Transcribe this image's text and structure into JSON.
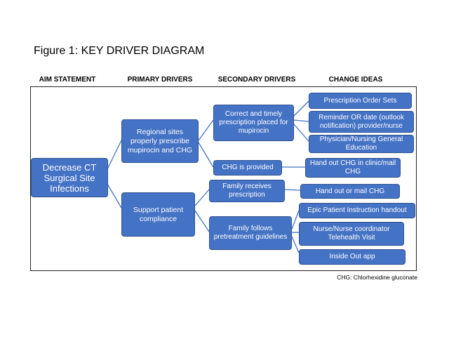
{
  "figure_title": "Figure 1: KEY DRIVER DIAGRAM",
  "columns": {
    "aim": "AIM STATEMENT",
    "primary": "PRIMARY DRIVERS",
    "secondary": "SECONDARY DRIVERS",
    "change": "CHANGE IDEAS"
  },
  "aim_statement": "Decrease CT Surgical Site Infections",
  "primary_drivers": {
    "regional_sites": "Regional sites properly prescribe mupirocin and CHG",
    "support_compliance": "Support patient compliance"
  },
  "secondary_drivers": {
    "prescription_placed": "Correct and timely prescription placed for mupirocin",
    "chg_provided": "CHG is provided",
    "family_receives": "Family receives prescription",
    "family_follows": "Family follows pretreatment guidelines"
  },
  "change_ideas": {
    "order_sets": "Prescription Order Sets",
    "reminder": "Reminder OR date (outlook notification) provider/nurse",
    "education": "Physician/Nursing General Education",
    "hand_out_clinic": "Hand out CHG in clinic/mail CHG",
    "hand_out_mail": "Hand out or mail CHG",
    "epic_handout": "Epic Patient Instruction handout",
    "telehealth": "Nurse/Nurse coordinator Telehealth Visit",
    "inside_out": "Inside Out app"
  },
  "footnote": "CHG: Chlorhexidine gluconate",
  "colors": {
    "node_fill": "#4472c4",
    "node_border": "#2f528f",
    "connector": "#4472c4"
  }
}
